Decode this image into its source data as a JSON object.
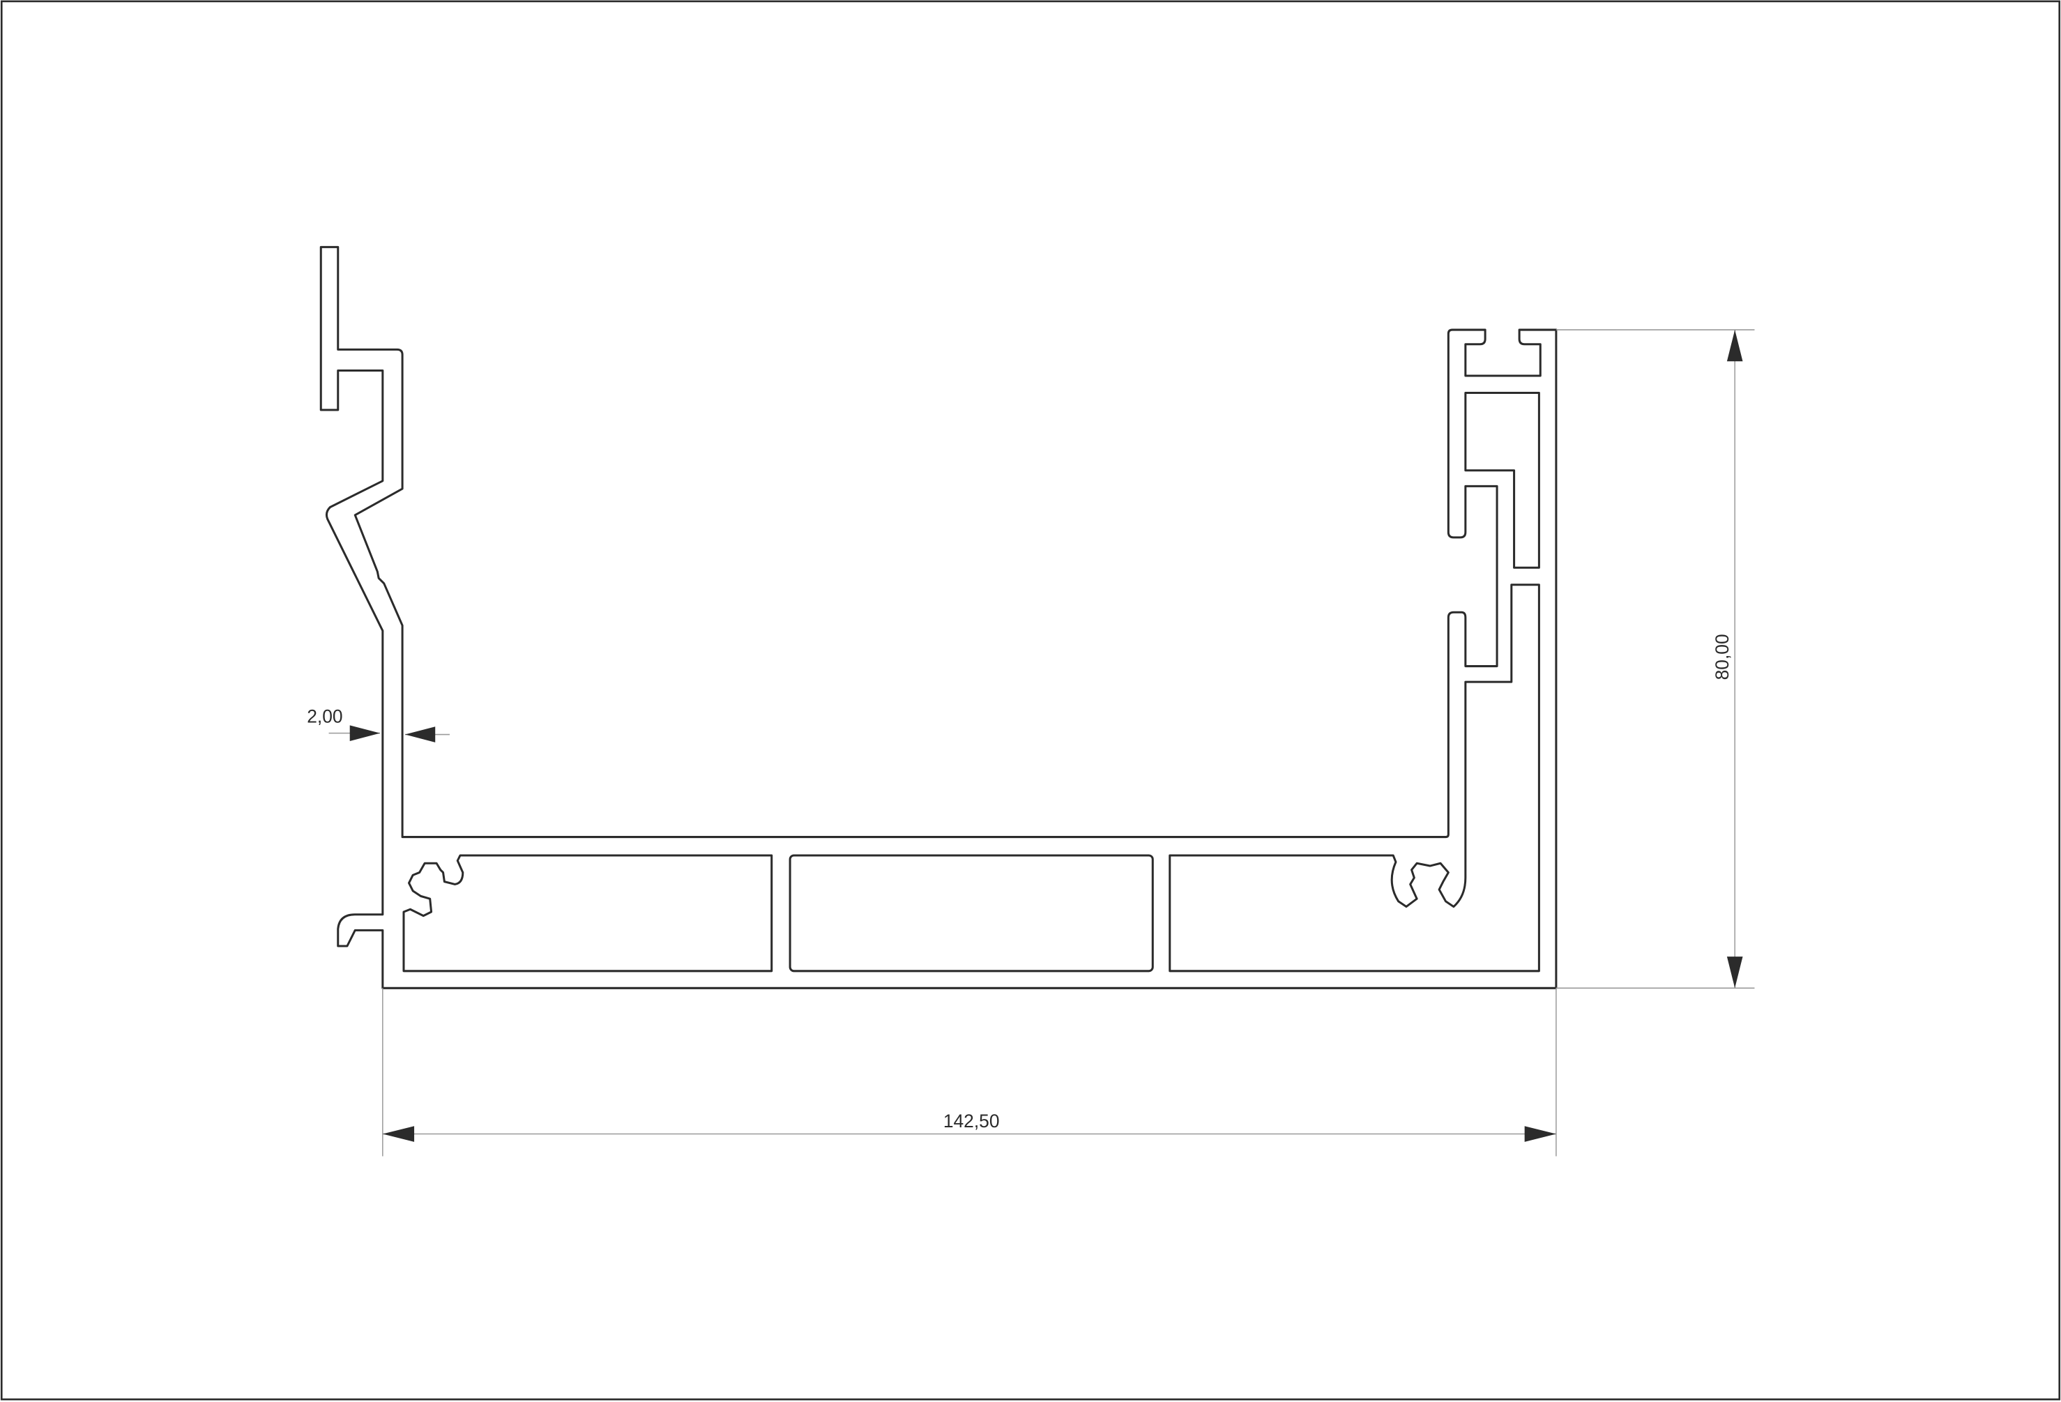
{
  "drawing": {
    "title": "Aluminium profile cross-section",
    "dimensions": {
      "wall_thickness": "2,00",
      "width": "142,50",
      "height": "80,00"
    },
    "colors": {
      "line": "#2b2b2b",
      "dimension_line": "#9a9a9a",
      "background": "#ffffff"
    }
  }
}
